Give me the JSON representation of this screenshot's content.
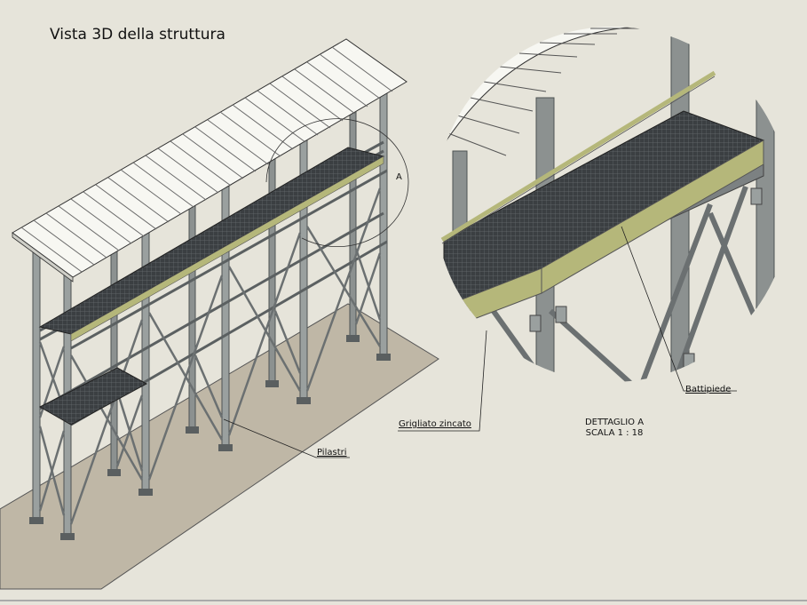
{
  "drawing": {
    "title": "Vista 3D della struttura",
    "callout_letter": "A",
    "labels": {
      "pilastri": "Pilastri",
      "grigliato": "Grigliato zincato",
      "battipiede": "Battipiede"
    },
    "detail_name": "DETTAGLIO A",
    "detail_scale": "SCALA 1 : 18"
  },
  "colors": {
    "background": "#e6e4da",
    "ground": "#bfb7a6",
    "steel": "#8c9190",
    "steel_dark": "#4d5253",
    "grating": "#3b3f42",
    "toe_board": "#b5b77a",
    "roof": "#f7f7f2"
  }
}
